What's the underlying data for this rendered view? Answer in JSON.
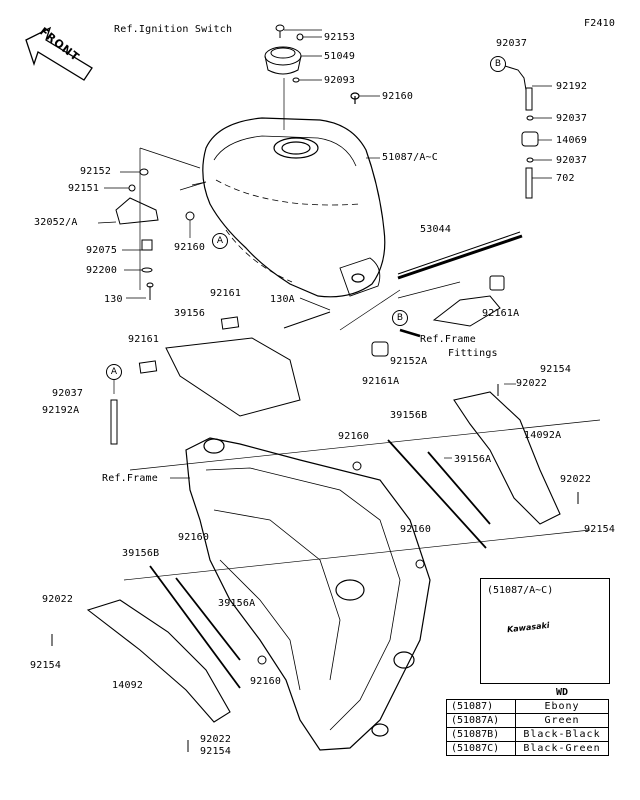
{
  "figure_code": "F2410",
  "front_label": "FRONT",
  "labels": {
    "ref_ignition_switch": "Ref.Ignition Switch",
    "p92153": "92153",
    "p51049": "51049",
    "p92093": "92093",
    "p92160_top": "92160",
    "p51087": "51087/A~C",
    "p92152": "92152",
    "p92151": "92151",
    "p32052A": "32052/A",
    "p92160_left": "92160",
    "p92075": "92075",
    "p92200": "92200",
    "p130": "130",
    "p130A": "130A",
    "p92161_a": "92161",
    "p39156": "39156",
    "p92161_b": "92161",
    "p92037_left": "92037",
    "p92192A": "92192A",
    "p92037_r1": "92037",
    "p92192": "92192",
    "p92037_r2": "92037",
    "p14069": "14069",
    "p92037_r3": "92037",
    "p702": "702",
    "p53044": "53044",
    "p92161A_r": "92161A",
    "ref_frame_fittings_1": "Ref.Frame",
    "ref_frame_fittings_2": "Fittings",
    "p92152A": "92152A",
    "p92161A_l": "92161A",
    "p92154_r1": "92154",
    "p92022_r1": "92022",
    "p39156B_r": "39156B",
    "p14092A": "14092A",
    "p92160_mid": "92160",
    "p39156A_r": "39156A",
    "ref_frame": "Ref.Frame",
    "p92022_r2": "92022",
    "p92154_r2": "92154",
    "p92160_mid2": "92160",
    "p92160_low": "92160",
    "p39156B_l": "39156B",
    "p39156A_l": "39156A",
    "p92022_l": "92022",
    "p92154_l": "92154",
    "p14092": "14092",
    "p92160_bot": "92160",
    "p92022_bot": "92022",
    "p92154_bot": "92154"
  },
  "callouts": {
    "a1": "A",
    "a2": "A",
    "b1": "B",
    "b2": "B"
  },
  "inset": {
    "title": "(51087/A~C)",
    "logo": "Kawasaki"
  },
  "wd_table": {
    "header": "WD",
    "rows": [
      {
        "part": "(51087)",
        "color": "Ebony"
      },
      {
        "part": "(51087A)",
        "color": "Green"
      },
      {
        "part": "(51087B)",
        "color": "Black-Black"
      },
      {
        "part": "(51087C)",
        "color": "Black-Green"
      }
    ]
  }
}
